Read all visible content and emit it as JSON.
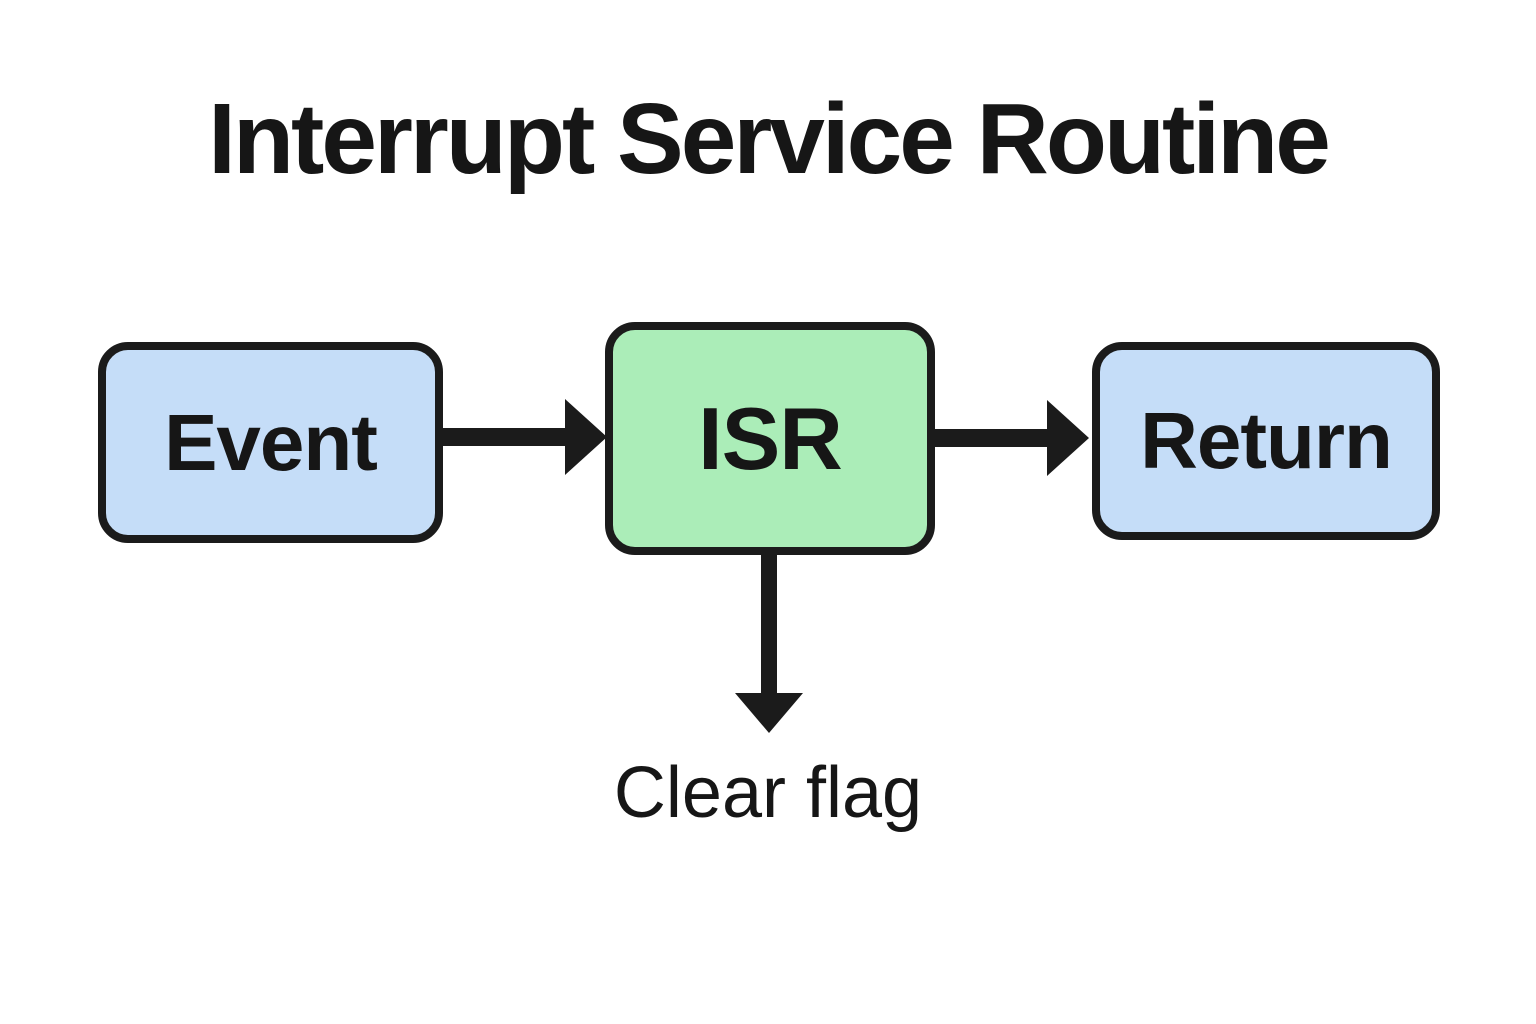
{
  "title": "Interrupt Service Routine",
  "colors": {
    "background": "#ffffff",
    "node_blue_fill": "#c5ddf8",
    "node_green_fill": "#abedb8",
    "stroke": "#1b1b1b",
    "text": "#161616"
  },
  "diagram": {
    "nodes": [
      {
        "id": "event",
        "label": "Event",
        "fill": "#c5ddf8",
        "shape": "rounded-rect"
      },
      {
        "id": "isr",
        "label": "ISR",
        "fill": "#abedb8",
        "shape": "rounded-rect"
      },
      {
        "id": "return",
        "label": "Return",
        "fill": "#c5ddf8",
        "shape": "rounded-rect"
      }
    ],
    "edges": [
      {
        "from": "event",
        "to": "isr",
        "direction": "right"
      },
      {
        "from": "isr",
        "to": "return",
        "direction": "right"
      },
      {
        "from": "isr",
        "to": "clear-flag",
        "direction": "down"
      }
    ],
    "annotation": {
      "label": "Clear flag"
    }
  }
}
